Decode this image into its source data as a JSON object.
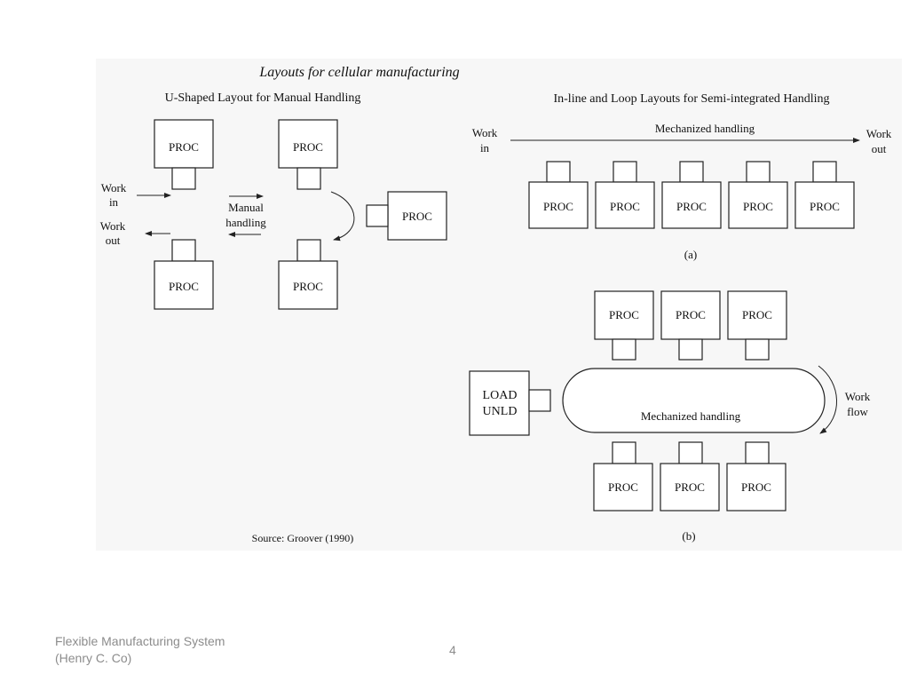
{
  "figure": {
    "title": "Layouts for cellular manufacturing",
    "source": "Source: Groover (1990)",
    "u_shaped": {
      "heading": "U-Shaped Layout for Manual Handling",
      "work_in": [
        "Work",
        "in"
      ],
      "work_out": [
        "Work",
        "out"
      ],
      "manual_handling": [
        "Manual",
        "handling"
      ],
      "proc_label": "PROC"
    },
    "inline_loop": {
      "heading": "In-line and Loop Layouts for Semi-integrated Handling",
      "work_in": [
        "Work",
        "in"
      ],
      "work_out": [
        "Work",
        "out"
      ],
      "mechanized_handling_a": "Mechanized handling",
      "caption_a": "(a)",
      "proc_label": "PROC",
      "load_unld": [
        "LOAD",
        "UNLD"
      ],
      "mechanized_handling_b": "Mechanized handling",
      "work_flow": [
        "Work",
        "flow"
      ],
      "caption_b": "(b)"
    }
  },
  "footer": {
    "line1": "Flexible Manufacturing System",
    "line2": "(Henry C. Co)",
    "page_number": "4"
  }
}
